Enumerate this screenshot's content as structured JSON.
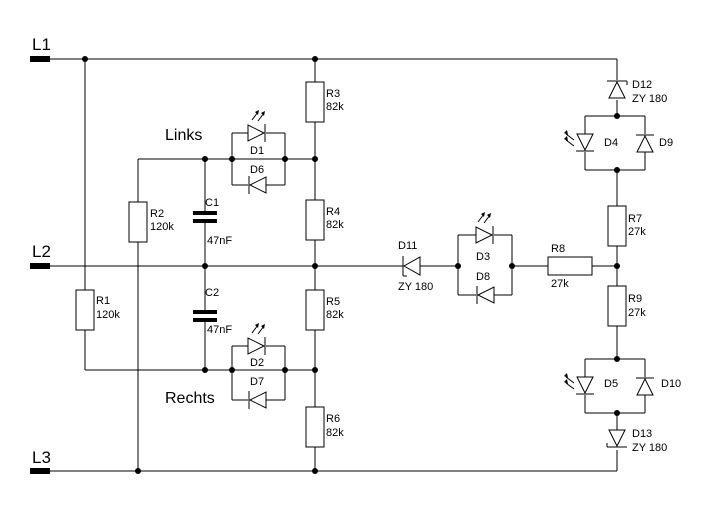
{
  "rails": [
    "L1",
    "L2",
    "L3"
  ],
  "side_labels": {
    "left": "Links",
    "right": "Rechts"
  },
  "components": {
    "R1": {
      "name": "R1",
      "value": "120k"
    },
    "R2": {
      "name": "R2",
      "value": "120k"
    },
    "R3": {
      "name": "R3",
      "value": "82k"
    },
    "R4": {
      "name": "R4",
      "value": "82k"
    },
    "R5": {
      "name": "R5",
      "value": "82k"
    },
    "R6": {
      "name": "R6",
      "value": "82k"
    },
    "R7": {
      "name": "R7",
      "value": "27k"
    },
    "R8": {
      "name": "R8",
      "value": "27k"
    },
    "R9": {
      "name": "R9",
      "value": "27k"
    },
    "C1": {
      "name": "C1",
      "value": "47nF"
    },
    "C2": {
      "name": "C2",
      "value": "47nF"
    },
    "D1": {
      "name": "D1"
    },
    "D2": {
      "name": "D2"
    },
    "D3": {
      "name": "D3"
    },
    "D4": {
      "name": "D4"
    },
    "D5": {
      "name": "D5"
    },
    "D6": {
      "name": "D6"
    },
    "D7": {
      "name": "D7"
    },
    "D8": {
      "name": "D8"
    },
    "D9": {
      "name": "D9"
    },
    "D10": {
      "name": "D10"
    },
    "D11": {
      "name": "D11",
      "value": "ZY 180"
    },
    "D12": {
      "name": "D12",
      "value": "ZY 180"
    },
    "D13": {
      "name": "D13",
      "value": "ZY 180"
    }
  }
}
